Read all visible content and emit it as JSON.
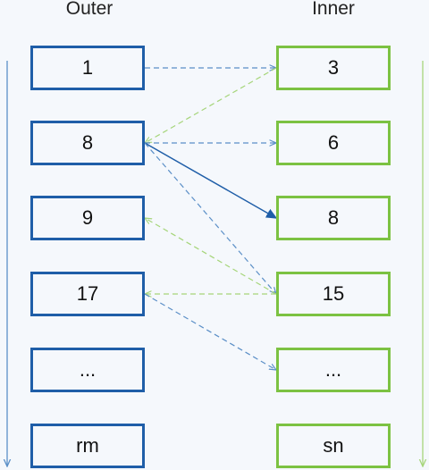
{
  "titles": {
    "outer": "Outer",
    "inner": "Inner"
  },
  "outer": [
    "1",
    "8",
    "9",
    "17",
    "...",
    "rm"
  ],
  "inner": [
    "3",
    "6",
    "8",
    "15",
    "...",
    "sn"
  ],
  "colors": {
    "outer": "#1f5ea8",
    "inner": "#7cc242",
    "outer_link": "#5b8fc7",
    "inner_link": "#a6d57a",
    "background": "#f5f8fc"
  },
  "links": [
    {
      "from": "outer.0",
      "to": "inner.0",
      "style": "dashed",
      "color": "outer"
    },
    {
      "from": "inner.0",
      "to": "outer.1",
      "style": "dashed",
      "color": "inner"
    },
    {
      "from": "outer.1",
      "to": "inner.1",
      "style": "dashed",
      "color": "outer"
    },
    {
      "from": "outer.1",
      "to": "inner.2",
      "style": "solid",
      "color": "outer"
    },
    {
      "from": "outer.1",
      "to": "inner.3",
      "style": "dashed",
      "color": "outer"
    },
    {
      "from": "inner.3",
      "to": "outer.2",
      "style": "dashed",
      "color": "inner"
    },
    {
      "from": "inner.3",
      "to": "outer.3",
      "style": "dashed",
      "color": "inner"
    },
    {
      "from": "outer.3",
      "to": "inner.4",
      "style": "dashed",
      "color": "outer"
    }
  ]
}
